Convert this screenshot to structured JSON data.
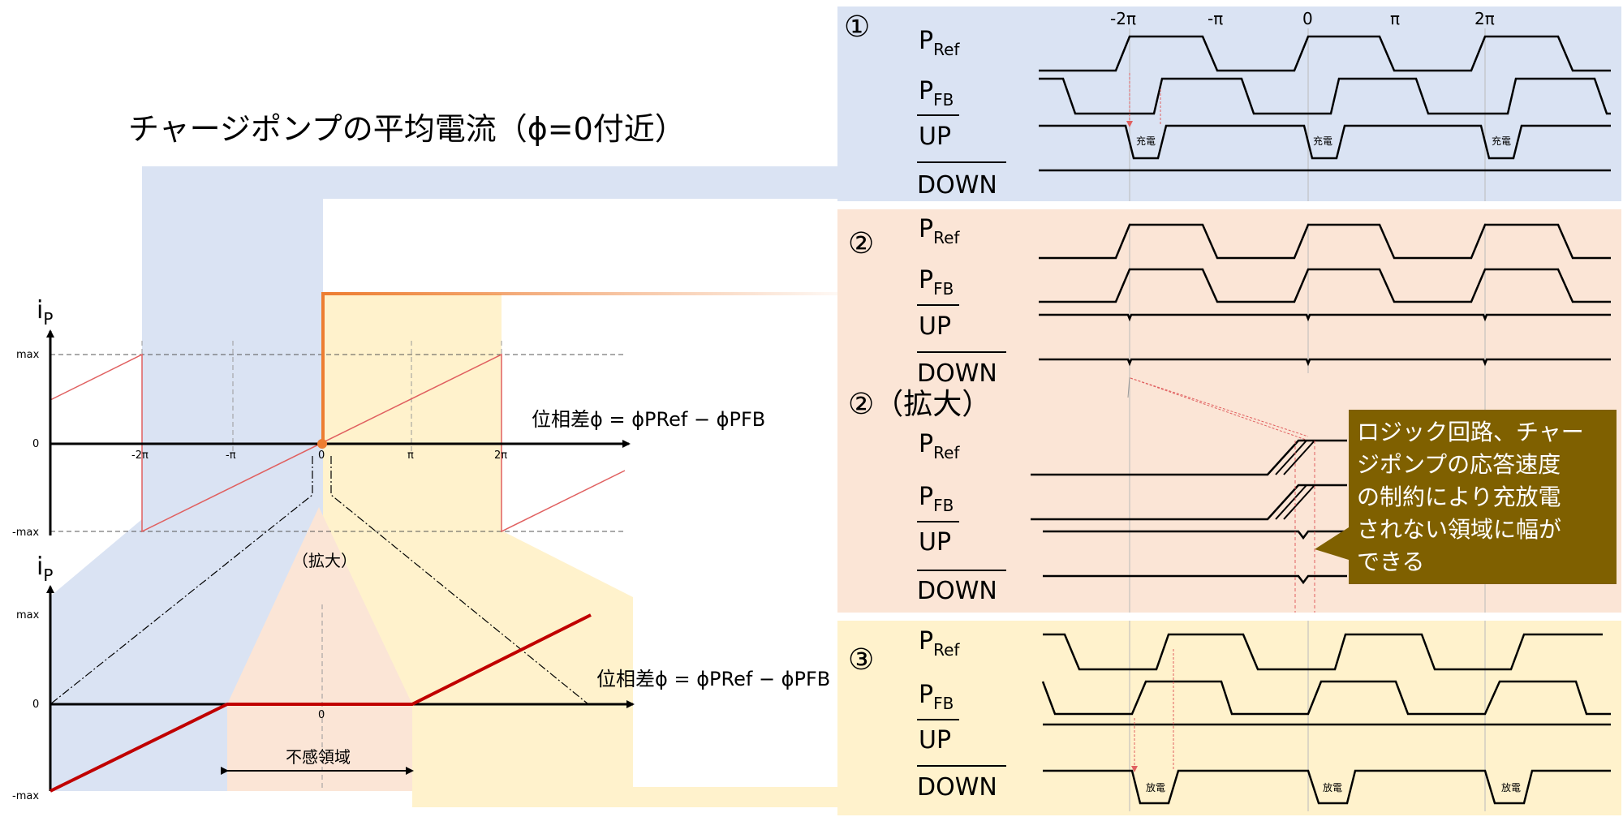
{
  "title": "チャージポンプの平均電流（ϕ=0付近）",
  "upper_graph": {
    "y_axis_label": "iP",
    "y_ticks": [
      "max",
      "0",
      "-max"
    ],
    "x_ticks": [
      "-2π",
      "-π",
      "0",
      "π",
      "2π"
    ],
    "x_axis_label": "位相差ϕ = ϕPRef − ϕPFB",
    "zoom_label": "（拡大）"
  },
  "lower_graph": {
    "y_axis_label": "iP",
    "y_ticks": [
      "max",
      "0",
      "-max"
    ],
    "x_tick": "0",
    "x_axis_label": "位相差ϕ = ϕPRef − ϕPFB",
    "dead_zone_label": "不感領域"
  },
  "timing": {
    "phase_ticks": [
      "-2π",
      "-π",
      "0",
      "π",
      "2π"
    ],
    "signal_labels": [
      "PRef",
      "PFB",
      "UP",
      "DOWN"
    ],
    "panel1_number": "①",
    "panel2_number": "②",
    "panel2_zoom_label": "②（拡大）",
    "panel3_number": "③",
    "charge_label": "充電",
    "discharge_label": "放電",
    "callout_text": "ロジック回路、チャージポンプの応答速度の制約により充放電されない領域に幅ができる"
  },
  "colors": {
    "blue": "#dae3f3",
    "peach": "#fbe5d6",
    "yellow": "#fff2cc",
    "orange": "#ed7d31",
    "red": "#c00000",
    "callout": "#7f6000"
  }
}
